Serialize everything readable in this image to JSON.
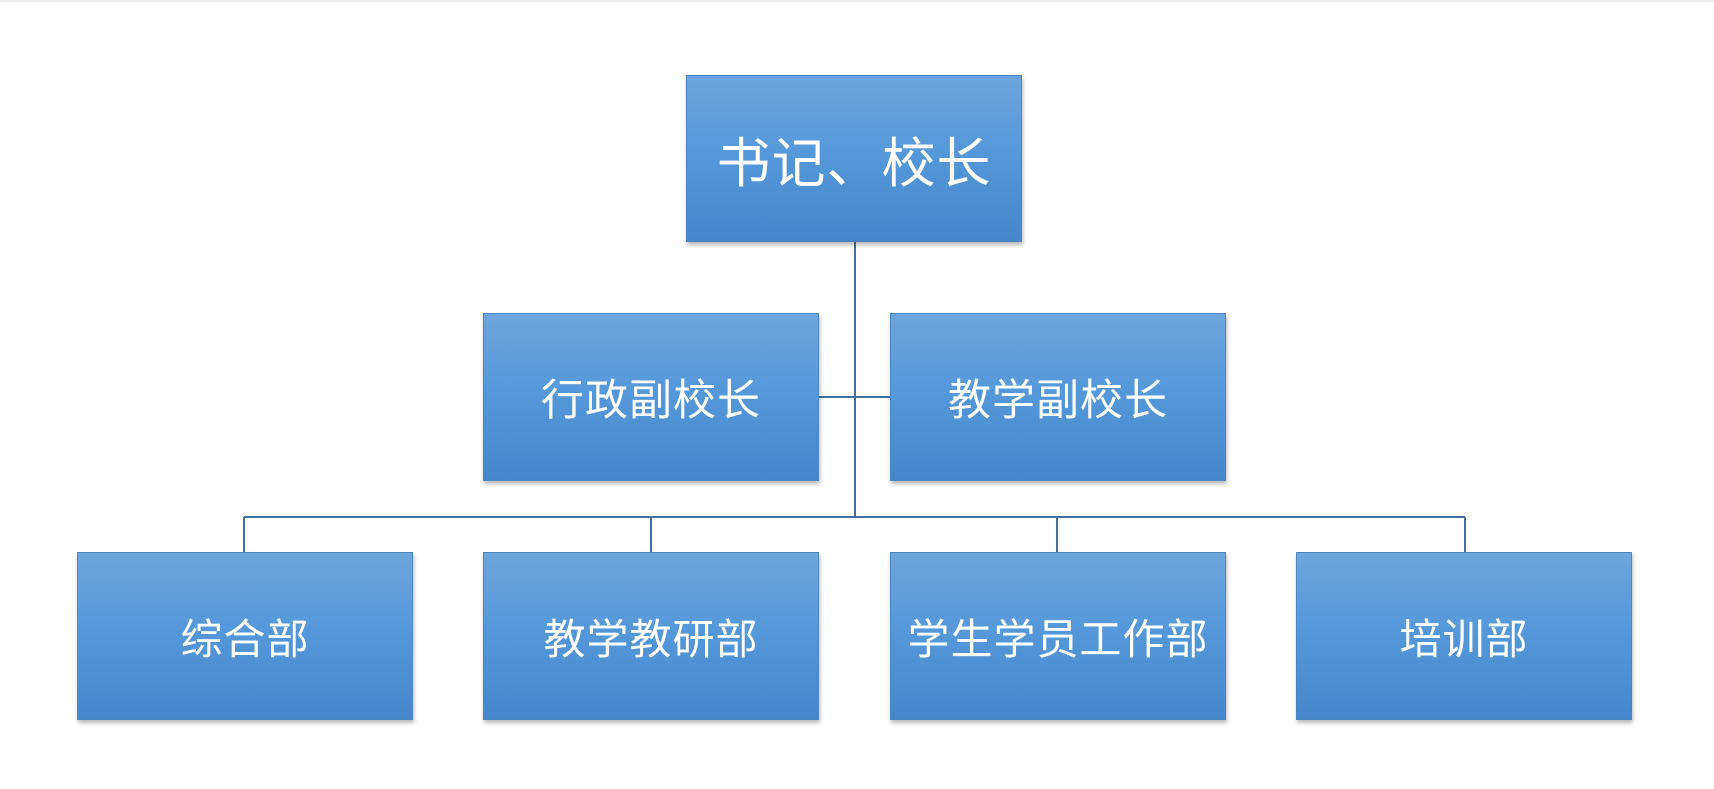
{
  "org_chart": {
    "root": {
      "label": "书记、校长"
    },
    "assistants": [
      {
        "label": "行政副校长"
      },
      {
        "label": "教学副校长"
      }
    ],
    "departments": [
      {
        "label": "综合部"
      },
      {
        "label": "教学教研部"
      },
      {
        "label": "学生学员工作部"
      },
      {
        "label": "培训部"
      }
    ]
  },
  "colors": {
    "node_top": "#6ea5dc",
    "node_bottom": "#4587ca",
    "connector": "#41719c",
    "text": "#ffffff"
  }
}
